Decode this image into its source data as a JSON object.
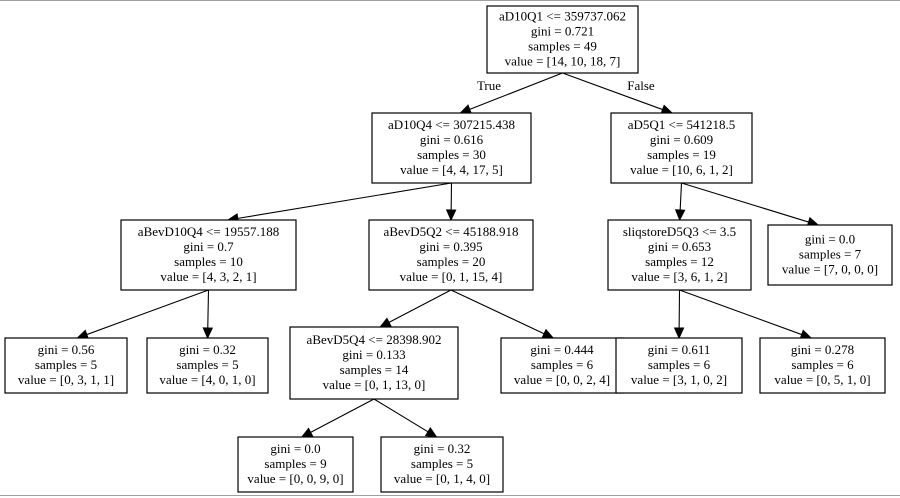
{
  "tree": {
    "nodes": [
      {
        "id": "n0",
        "lines": [
          "aD10Q1 <= 359737.062",
          "gini = 0.721",
          "samples = 49",
          "value = [14, 10, 18, 7]"
        ]
      },
      {
        "id": "n1",
        "lines": [
          "aD10Q4 <= 307215.438",
          "gini = 0.616",
          "samples = 30",
          "value = [4, 4, 17, 5]"
        ]
      },
      {
        "id": "n2",
        "lines": [
          "aD5Q1 <= 541218.5",
          "gini = 0.609",
          "samples = 19",
          "value = [10, 6, 1, 2]"
        ]
      },
      {
        "id": "n3",
        "lines": [
          "aBevD10Q4 <= 19557.188",
          "gini = 0.7",
          "samples = 10",
          "value = [4, 3, 2, 1]"
        ]
      },
      {
        "id": "n4",
        "lines": [
          "aBevD5Q2 <= 45188.918",
          "gini = 0.395",
          "samples = 20",
          "value = [0, 1, 15, 4]"
        ]
      },
      {
        "id": "n5",
        "lines": [
          "sliqstoreD5Q3 <= 3.5",
          "gini = 0.653",
          "samples = 12",
          "value = [3, 6, 1, 2]"
        ]
      },
      {
        "id": "n6",
        "lines": [
          "gini = 0.0",
          "samples = 7",
          "value = [7, 0, 0, 0]"
        ]
      },
      {
        "id": "n7",
        "lines": [
          "gini = 0.56",
          "samples = 5",
          "value = [0, 3, 1, 1]"
        ]
      },
      {
        "id": "n8",
        "lines": [
          "gini = 0.32",
          "samples = 5",
          "value = [4, 0, 1, 0]"
        ]
      },
      {
        "id": "n9",
        "lines": [
          "aBevD5Q4 <= 28398.902",
          "gini = 0.133",
          "samples = 14",
          "value = [0, 1, 13, 0]"
        ]
      },
      {
        "id": "n10",
        "lines": [
          "gini = 0.444",
          "samples = 6",
          "value = [0, 0, 2, 4]"
        ]
      },
      {
        "id": "n11",
        "lines": [
          "gini = 0.611",
          "samples = 6",
          "value = [3, 1, 0, 2]"
        ]
      },
      {
        "id": "n12",
        "lines": [
          "gini = 0.278",
          "samples = 6",
          "value = [0, 5, 1, 0]"
        ]
      },
      {
        "id": "n13",
        "lines": [
          "gini = 0.0",
          "samples = 9",
          "value = [0, 0, 9, 0]"
        ]
      },
      {
        "id": "n14",
        "lines": [
          "gini = 0.32",
          "samples = 5",
          "value = [0, 1, 4, 0]"
        ]
      }
    ],
    "edges": [
      {
        "from": "n0",
        "to": "n1",
        "label": "True"
      },
      {
        "from": "n0",
        "to": "n2",
        "label": "False"
      },
      {
        "from": "n1",
        "to": "n3"
      },
      {
        "from": "n1",
        "to": "n4"
      },
      {
        "from": "n2",
        "to": "n5"
      },
      {
        "from": "n2",
        "to": "n6"
      },
      {
        "from": "n3",
        "to": "n7"
      },
      {
        "from": "n3",
        "to": "n8"
      },
      {
        "from": "n4",
        "to": "n9"
      },
      {
        "from": "n4",
        "to": "n10"
      },
      {
        "from": "n5",
        "to": "n11"
      },
      {
        "from": "n5",
        "to": "n12"
      },
      {
        "from": "n9",
        "to": "n13"
      },
      {
        "from": "n9",
        "to": "n14"
      }
    ]
  }
}
